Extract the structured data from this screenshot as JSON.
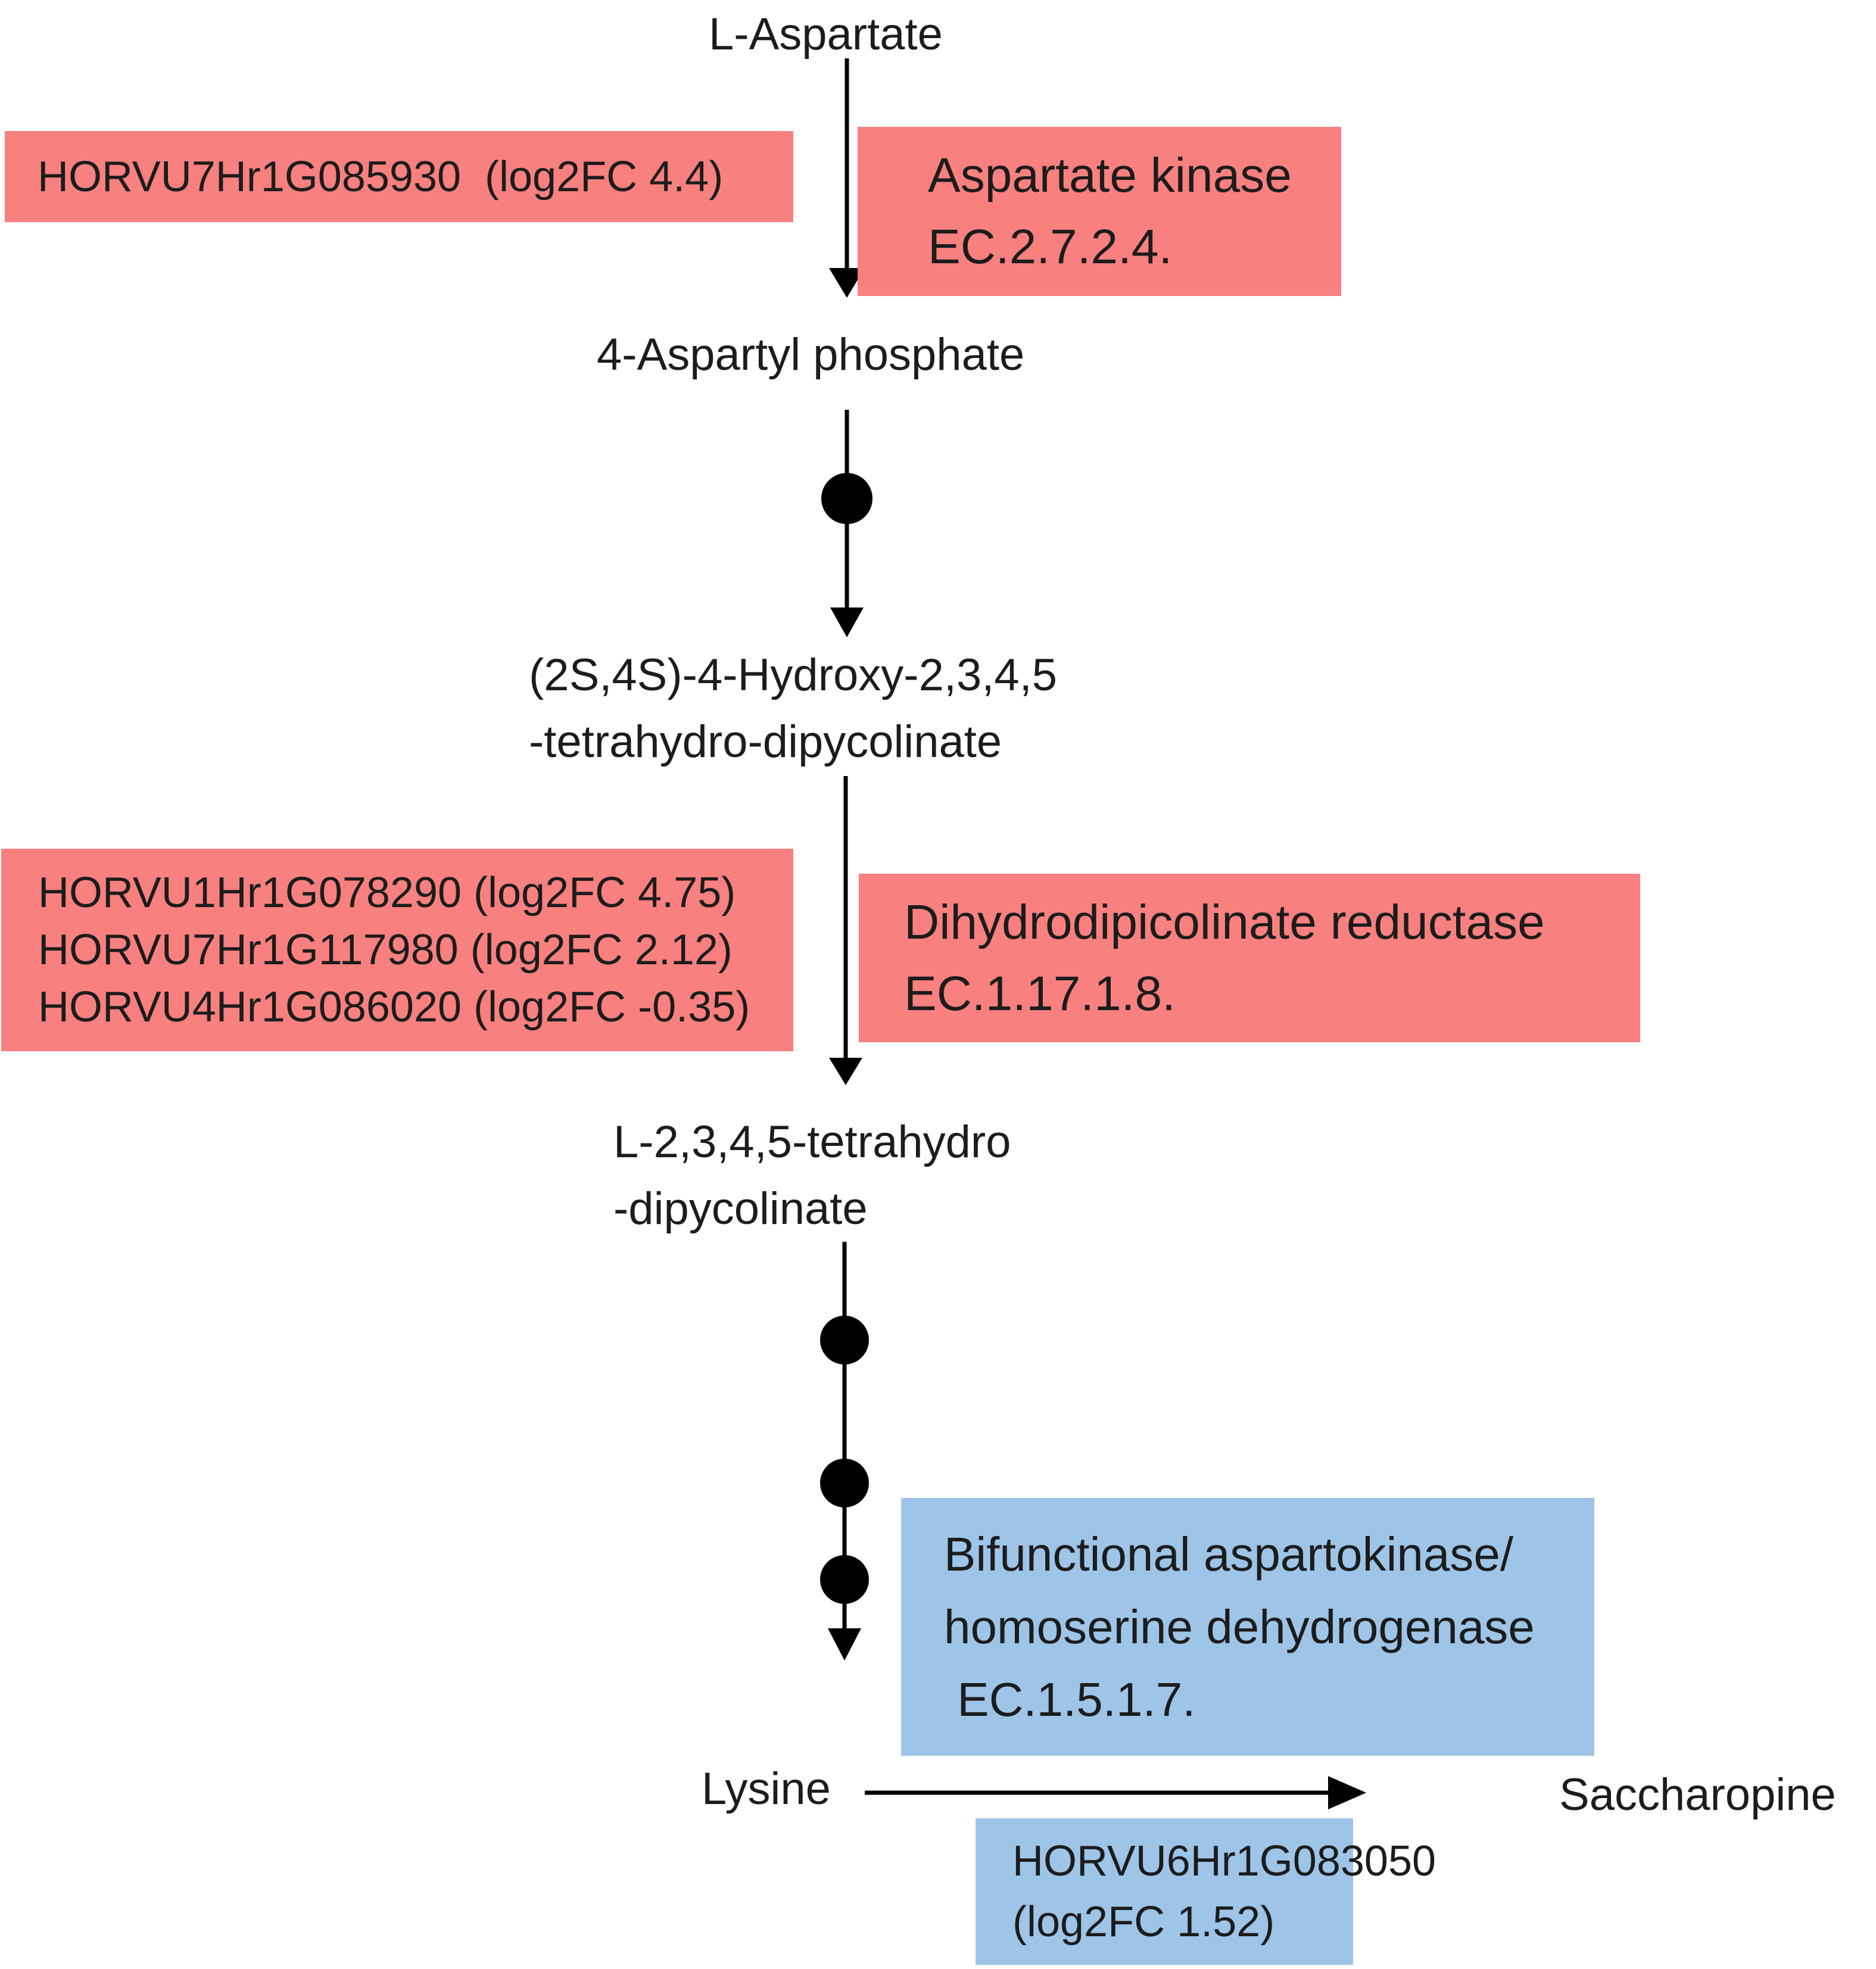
{
  "colors": {
    "gene_box_pink": "#F8807F",
    "gene_box_blue": "#9EC4E8",
    "arrow_black": "#000000",
    "text": "#1c1c1c"
  },
  "metabolites": {
    "l_aspartate": "L-Aspartate",
    "aspartyl_phosphate": "4-Aspartyl phosphate",
    "hydroxy_thdp": {
      "line1": "(2S,4S)-4-Hydroxy-2,3,4,5",
      "line2": "-tetrahydro-dipycolinate"
    },
    "l_thdp": {
      "line1": "L-2,3,4,5-tetrahydro",
      "line2": "-dipycolinate"
    },
    "lysine": "Lysine",
    "saccharopine": "Saccharopine"
  },
  "gene_boxes": {
    "aspartate_kinase": {
      "lines": [
        "HORVU7Hr1G085930  (log2FC 4.4)"
      ]
    },
    "dihydrodipicolinate_reductase": {
      "lines": [
        "HORVU1Hr1G078290 (log2FC 4.75)",
        "HORVU7Hr1G117980 (log2FC 2.12)",
        "HORVU4Hr1G086020 (log2FC -0.35)"
      ]
    },
    "lysine_saccharopine": {
      "lines": [
        "HORVU6Hr1G083050",
        "(log2FC 1.52)"
      ]
    }
  },
  "enzyme_boxes": {
    "aspartate_kinase": {
      "line1": "Aspartate kinase",
      "line2": "EC.2.7.2.4."
    },
    "dihydrodipicolinate_reductase": {
      "line1": "Dihydrodipicolinate reductase",
      "line2": "EC.1.17.1.8."
    },
    "bifunctional_aspartokinase": {
      "line1": "Bifunctional aspartokinase/",
      "line2": "homoserine dehydrogenase",
      "line3": " EC.1.5.1.7."
    }
  }
}
